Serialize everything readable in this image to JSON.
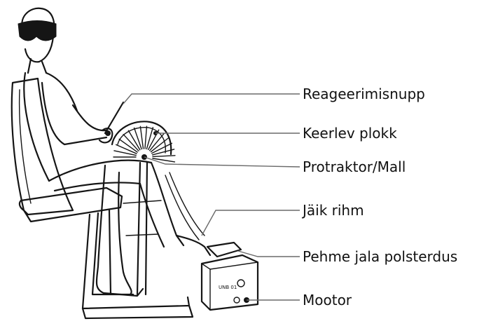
{
  "diagram": {
    "labels": {
      "reaction_button": "Reageerimisnupp",
      "rotating_block": "Keerlev plokk",
      "protractor_template": "Protraktor/Mall",
      "inelastic_strap": "Jäik rihm",
      "soft_foot_padding": "Pehme jala polsterdus",
      "motor": "Mootor"
    },
    "motor_box_text": "UNB 01",
    "colors": {
      "ink": "#151515",
      "leader": "#6a6a6a",
      "background": "#ffffff"
    }
  }
}
